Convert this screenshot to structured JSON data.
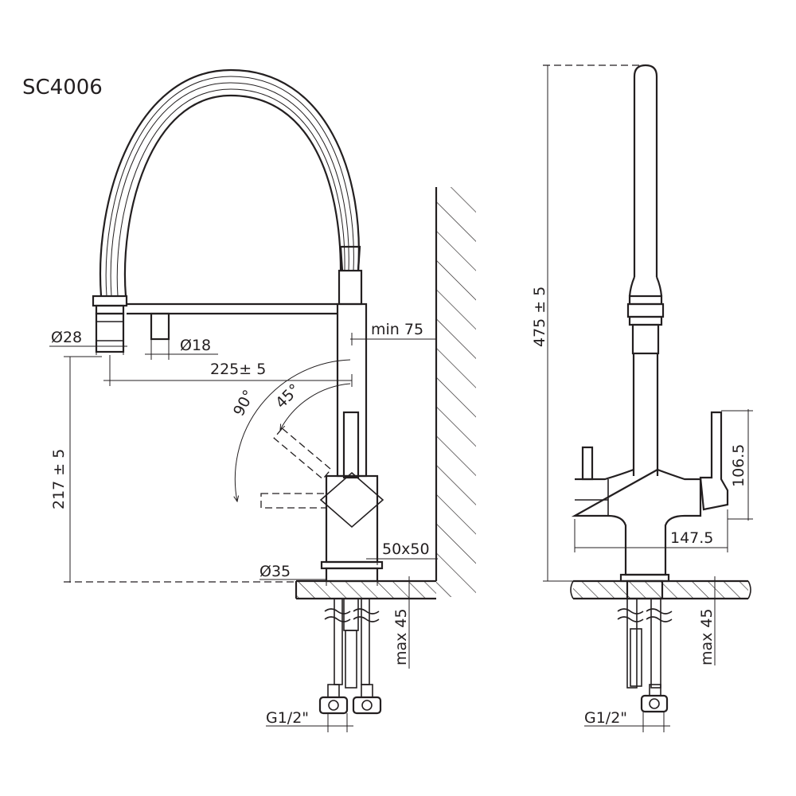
{
  "model": "SC4006",
  "dimensions": {
    "spout_diameter": "Ø28",
    "button_diameter": "Ø18",
    "spout_reach": "225± 5",
    "wall_min": "min 75",
    "height_spout": "217 ± 5",
    "swivel_90": "90°",
    "swivel_45": "45°",
    "body_section": "50x50",
    "base_diameter": "Ø35",
    "deck_max_left": "max 45",
    "thread_left": "G1/2\"",
    "total_height": "475 ± 5",
    "lever_height": "106.5",
    "body_width": "147.5",
    "deck_max_right": "max 45",
    "thread_right": "G1/2\""
  },
  "colors": {
    "line": "#231f20",
    "background": "#ffffff"
  }
}
